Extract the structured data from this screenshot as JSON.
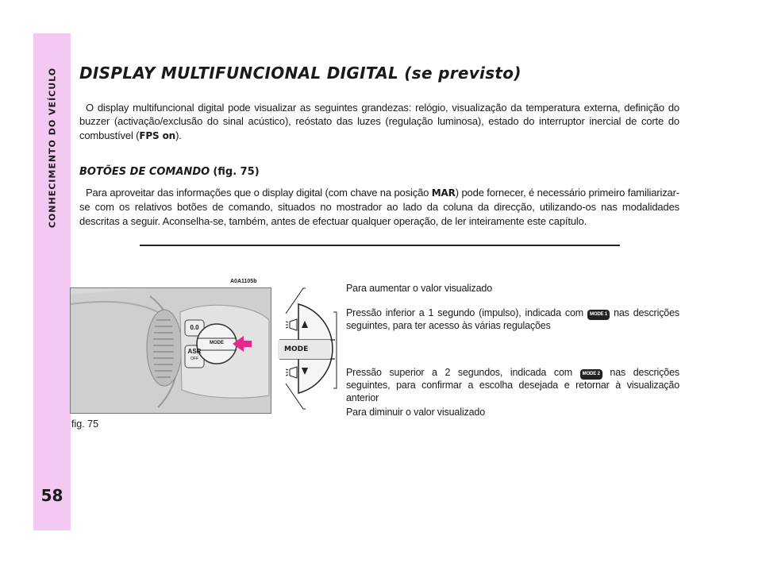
{
  "sidebar": {
    "title": "CONHECIMENTO DO VEÍCULO",
    "page_number": "58",
    "color": "#f3c8f3"
  },
  "heading": "DISPLAY MULTIFUNCIONAL DIGITAL (se previsto)",
  "intro": {
    "text": "O display multifuncional digital pode visualizar as seguintes grandezas: relógio, visualização da temperatura externa, definição do buzzer (activação/exclusão do sinal acústico), reóstato das luzes (regulação luminosa), estado do interruptor inercial de corte do combustível (",
    "bold": "FPS on",
    "end": ")."
  },
  "subheading": {
    "label": "BOTÕES DE COMANDO",
    "ref": "(fig. 75)"
  },
  "commands_paragraph": {
    "before": "Para aproveitar das informações que o display digital (com chave na posição ",
    "bold": "MAR",
    "after": ") pode fornecer, é necessário primeiro familiarizar-se com os relativos botões de comando, situados no mostrador ao lado da coluna da direcção, utilizando-os nas modalidades descritas a seguir. Aconselha-se, também, antes de efectuar qualquer operação, de ler inteiramente este capítulo."
  },
  "figure": {
    "code": "A0A1105b",
    "caption": "fig. 75",
    "button_labels": {
      "trip": "0.0",
      "asr": "ASR",
      "asr_off": "OFF",
      "mode": "MODE"
    }
  },
  "diagram": {
    "mode_label": "MODE"
  },
  "descriptions": {
    "increase": "Para aumentar o valor visualizado",
    "short_press_before": "Pressão inferior a 1 segundo (impulso), indicada com ",
    "mode1_badge": "MODE 1",
    "short_press_after": " nas descrições seguintes, para ter acesso às várias regulações",
    "long_press_before": "Pressão superior a 2 segundos, indicada com ",
    "mode2_badge": "MODE 2",
    "long_press_after": " nas descrições seguintes, para confirmar a escolha desejada e retornar à visualização anterior",
    "decrease": "Para diminuir o valor visualizado"
  }
}
